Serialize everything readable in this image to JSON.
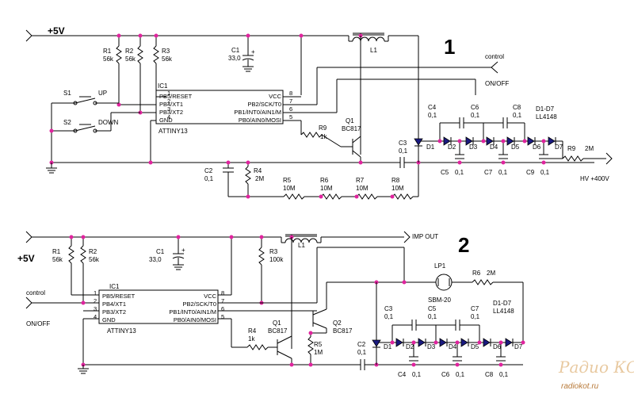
{
  "circuit1": {
    "supply": "+5V",
    "number": "1",
    "control": "control",
    "onoff": "ON/OFF",
    "hv": "HV +400V",
    "diodes_note": "D1-D7",
    "diodes_type": "LL4148",
    "ic": {
      "ref": "IC1",
      "name": "ATTINY13",
      "left_pins": [
        {
          "num": "1",
          "label": "PB5/RESET"
        },
        {
          "num": "2",
          "label": "PB4/XT1"
        },
        {
          "num": "3",
          "label": "PB3/XT2"
        },
        {
          "num": "4",
          "label": "GND"
        }
      ],
      "right_pins": [
        {
          "num": "8",
          "label": "VCC"
        },
        {
          "num": "7",
          "label": "PB2/SCK/T0"
        },
        {
          "num": "6",
          "label": "PB1/INT0/AIN1/M"
        },
        {
          "num": "5",
          "label": "PB0/AIN0/MOSI"
        }
      ]
    },
    "R1": {
      "ref": "R1",
      "val": "56k"
    },
    "R2": {
      "ref": "R2",
      "val": "56k"
    },
    "R3": {
      "ref": "R3",
      "val": "56k"
    },
    "C1": {
      "ref": "C1",
      "val": "33,0"
    },
    "L1": "L1",
    "S1": {
      "ref": "S1",
      "label": "UP"
    },
    "S2": {
      "ref": "S2",
      "label": "DOWN"
    },
    "R9a": {
      "ref": "R9",
      "val": "1k"
    },
    "Q1": {
      "ref": "Q1",
      "type": "BC817"
    },
    "C2": {
      "ref": "C2",
      "val": "0,1"
    },
    "R4": {
      "ref": "R4",
      "val": "2M"
    },
    "R5": {
      "ref": "R5",
      "val": "10M"
    },
    "R6": {
      "ref": "R6",
      "val": "10M"
    },
    "R7": {
      "ref": "R7",
      "val": "10M"
    },
    "R8": {
      "ref": "R8",
      "val": "10M"
    },
    "C3": {
      "ref": "C3",
      "val": "0,1"
    },
    "R9b": {
      "ref": "R9",
      "val": "2M"
    },
    "top_caps": [
      {
        "ref": "C4",
        "val": "0,1"
      },
      {
        "ref": "C6",
        "val": "0,1"
      },
      {
        "ref": "C8",
        "val": "0,1"
      }
    ],
    "bot_caps": [
      {
        "ref": "C5",
        "val": "0,1"
      },
      {
        "ref": "C7",
        "val": "0,1"
      },
      {
        "ref": "C9",
        "val": "0,1"
      }
    ],
    "diodes": [
      "D1",
      "D2",
      "D3",
      "D4",
      "D5",
      "D6",
      "D7"
    ]
  },
  "circuit2": {
    "supply": "+5V",
    "number": "2",
    "control": "control",
    "onoff": "ON/OFF",
    "imp_out": "IMP OUT",
    "diodes_note": "D1-D7",
    "diodes_type": "LL4148",
    "ic": {
      "ref": "IC1",
      "name": "ATTINY13",
      "left_pins": [
        {
          "num": "1",
          "label": "PB5/RESET"
        },
        {
          "num": "2",
          "label": "PB4/XT1"
        },
        {
          "num": "3",
          "label": "PB3/XT2"
        },
        {
          "num": "4",
          "label": "GND"
        }
      ],
      "right_pins": [
        {
          "num": "8",
          "label": "VCC"
        },
        {
          "num": "7",
          "label": "PB2/SCK/T0"
        },
        {
          "num": "6",
          "label": "PB1/INT0/AIN1/M"
        },
        {
          "num": "5",
          "label": "PB0/AIN0/MOSI"
        }
      ]
    },
    "R1": {
      "ref": "R1",
      "val": "56k"
    },
    "R2": {
      "ref": "R2",
      "val": "56k"
    },
    "C1": {
      "ref": "C1",
      "val": "33,0"
    },
    "L1": "L1",
    "R3": {
      "ref": "R3",
      "val": "100k"
    },
    "LP1": {
      "ref": "LP1",
      "type": "SBM-20"
    },
    "R6": {
      "ref": "R6",
      "val": "2M"
    },
    "R4": {
      "ref": "R4",
      "val": "1k"
    },
    "Q1": {
      "ref": "Q1",
      "type": "BC817"
    },
    "Q2": {
      "ref": "Q2",
      "type": "BC817"
    },
    "R5": {
      "ref": "R5",
      "val": "1M"
    },
    "C2": {
      "ref": "C2",
      "val": "0,1"
    },
    "top_caps": [
      {
        "ref": "C3",
        "val": "0,1"
      },
      {
        "ref": "C5",
        "val": "0,1"
      },
      {
        "ref": "C7",
        "val": "0,1"
      }
    ],
    "bot_caps": [
      {
        "ref": "C4",
        "val": "0,1"
      },
      {
        "ref": "C6",
        "val": "0,1"
      },
      {
        "ref": "C8",
        "val": "0,1"
      }
    ],
    "diodes": [
      "D1",
      "D2",
      "D3",
      "D4",
      "D5",
      "D6",
      "D7"
    ]
  },
  "watermark": {
    "brand": "Радио КОТ",
    "site": "radiokot.ru"
  }
}
